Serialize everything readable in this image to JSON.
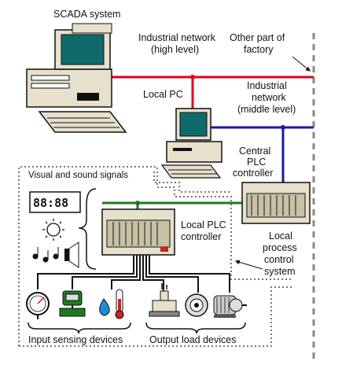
{
  "labels": {
    "scada": "SCADA system",
    "industrial_network_high": [
      "Industrial network",
      "(high level)"
    ],
    "other_part": [
      "Other part of",
      "factory"
    ],
    "local_pc": "Local PC",
    "industrial_network_middle": [
      "Industrial",
      "network",
      "(middle level)"
    ],
    "central_plc": [
      "Central",
      "PLC",
      "controller"
    ],
    "visual_sound": "Visual and sound signals",
    "local_plc": [
      "Local PLC",
      "controller"
    ],
    "local_process": [
      "Local",
      "process",
      "control",
      "system"
    ],
    "input_devices": "Input sensing devices",
    "output_devices": "Output load devices",
    "seven_segment": "88:88"
  },
  "colors": {
    "high_network": "#e0001b",
    "middle_network": "#1a1a9a",
    "local_network": "#1f7a1f",
    "device_wiring": "#000000",
    "boundary": "#888888",
    "equipment_beige": "#e6e0cc",
    "screen_teal": "#0f6b6b"
  },
  "icons": [
    "scada-computer-icon",
    "local-pc-icon",
    "central-plc-icon",
    "local-plc-icon",
    "seven-segment-display-icon",
    "light-bulb-icon",
    "music-notes-icon",
    "speaker-icon",
    "pressure-gauge-icon",
    "flow-meter-icon",
    "thermometer-icon",
    "water-drop-icon",
    "heater-icon",
    "pump-icon",
    "electric-motor-icon"
  ]
}
